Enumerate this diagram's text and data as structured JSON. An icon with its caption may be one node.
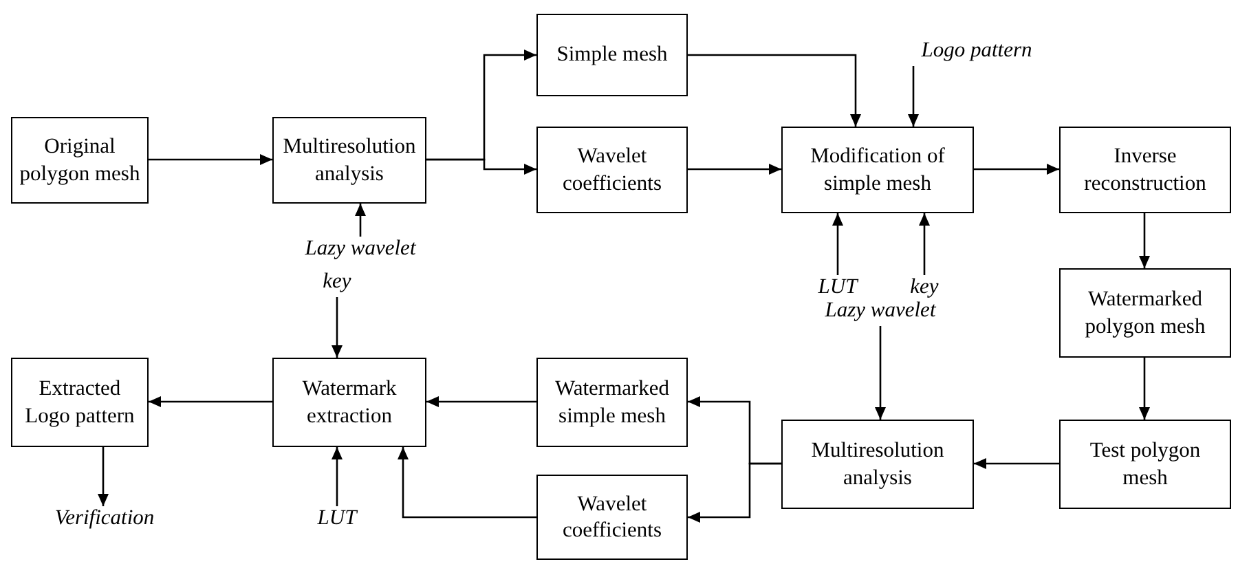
{
  "diagram": {
    "nodes": [
      {
        "text": [
          "Original polygon mesh"
        ]
      },
      {
        "text": [
          "Multiresolution analysis"
        ]
      },
      {
        "text": [
          "Simple mesh"
        ]
      },
      {
        "text": [
          "Wavelet coefficients"
        ]
      },
      {
        "text": [
          "Modification of simple mesh"
        ]
      },
      {
        "text": [
          "Inverse reconstruction"
        ]
      },
      {
        "text": [
          "Watermarked polygon mesh"
        ]
      },
      {
        "text": [
          "Test polygon mesh"
        ]
      },
      {
        "text": [
          "Multiresolution analysis"
        ]
      },
      {
        "text": [
          "Watermarked simple mesh"
        ]
      },
      {
        "text": [
          "Wavelet coefficients"
        ]
      },
      {
        "text": [
          "Watermark extraction"
        ]
      },
      {
        "text": [
          "Extracted Logo pattern"
        ]
      },
      {
        "text": [
          "Lazy wavelet"
        ]
      },
      {
        "text": [
          "Logo pattern"
        ]
      },
      {
        "text": [
          "LUT"
        ]
      },
      {
        "text": [
          "key"
        ]
      },
      {
        "text": [
          "Lazy wavelet"
        ]
      },
      {
        "text": [
          "key"
        ]
      },
      {
        "text": [
          "LUT"
        ]
      },
      {
        "text": [
          "Verification"
        ]
      }
    ],
    "edges": [
      {
        "from": 0,
        "to": 1,
        "arrow": "to"
      },
      {
        "from": 1,
        "to": 2,
        "arrow": "to"
      },
      {
        "from": 1,
        "to": 3,
        "arrow": "to"
      },
      {
        "from": 13,
        "to": 1,
        "arrow": "to"
      },
      {
        "from": 2,
        "to": 4,
        "arrow": "to"
      },
      {
        "from": 3,
        "to": 4,
        "arrow": "to"
      },
      {
        "from": 14,
        "to": 4,
        "arrow": "to"
      },
      {
        "from": 15,
        "to": 4,
        "arrow": "to"
      },
      {
        "from": 16,
        "to": 4,
        "arrow": "to"
      },
      {
        "from": 4,
        "to": 5,
        "arrow": "to"
      },
      {
        "from": 5,
        "to": 6,
        "arrow": "to"
      },
      {
        "from": 6,
        "to": 7,
        "arrow": "to"
      },
      {
        "from": 7,
        "to": 8,
        "arrow": "to"
      },
      {
        "from": 17,
        "to": 8,
        "arrow": "to"
      },
      {
        "from": 8,
        "to": 9,
        "arrow": "to"
      },
      {
        "from": 8,
        "to": 10,
        "arrow": "to"
      },
      {
        "from": 9,
        "to": 11,
        "arrow": "to"
      },
      {
        "from": 10,
        "to": 11,
        "arrow": "to"
      },
      {
        "from": 18,
        "to": 11,
        "arrow": "to"
      },
      {
        "from": 19,
        "to": 11,
        "arrow": "to"
      },
      {
        "from": 11,
        "to": 12,
        "arrow": "to"
      },
      {
        "from": 12,
        "to": 20,
        "arrow": "to"
      }
    ]
  }
}
